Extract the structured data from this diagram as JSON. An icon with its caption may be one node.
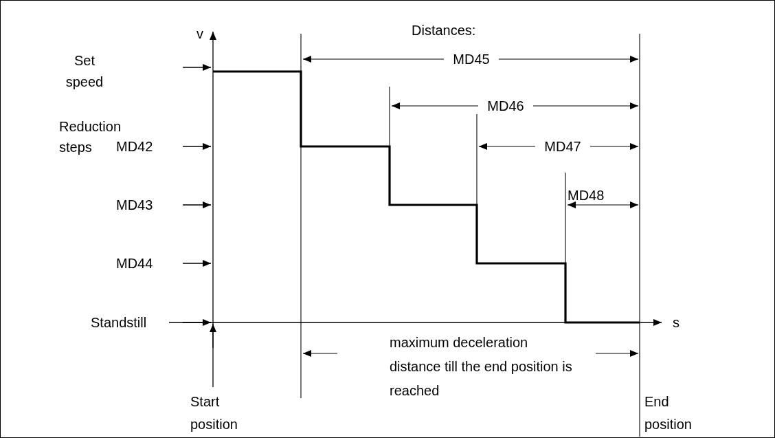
{
  "diagram": {
    "labels": [
      "v",
      "Distances:",
      "Set speed",
      "MD45",
      "Reduction steps",
      "MD46",
      "MD42",
      "MD47",
      "MD48",
      "MD43",
      "MD44",
      "Standstill",
      "s",
      "maximum deceleration distance till the end position is reached",
      "Start position",
      "End position"
    ]
  }
}
